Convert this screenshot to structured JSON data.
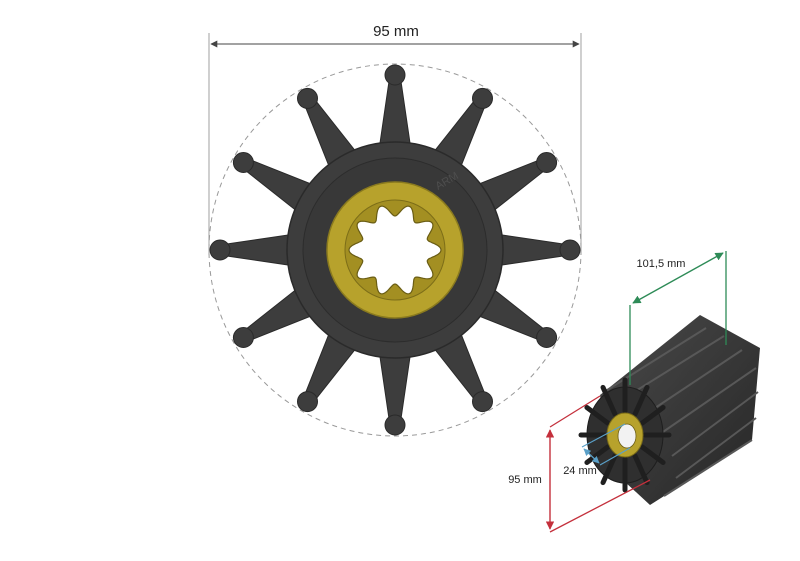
{
  "diagram": {
    "front_view": {
      "diameter_label": "95 mm",
      "blade_count": 12,
      "hub_mark": "ARM"
    },
    "side_view": {
      "length_label": "101,5 mm",
      "height_label": "95 mm",
      "shaft_label": "24 mm"
    }
  },
  "colors": {
    "rubber": "#3d3d3d",
    "rubber_edge": "#2a2a2a",
    "brass": "#b7a22c",
    "dimension_line": "#444444",
    "length_arrow": "#2e8b57",
    "height_arrow": "#c4303c",
    "shaft_arrow": "#5aa0c8"
  }
}
